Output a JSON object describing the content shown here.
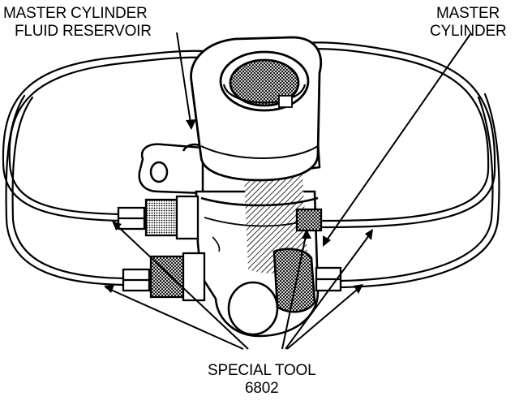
{
  "labels": {
    "reservoir_line1": "MASTER CYLINDER",
    "reservoir_line2": "FLUID RESERVOIR",
    "cylinder_line1": "MASTER",
    "cylinder_line2": "CYLINDER",
    "tool_line1": "SPECIAL TOOL",
    "tool_line2": "6802"
  },
  "colors": {
    "ink": "#000000",
    "paper": "#ffffff"
  }
}
